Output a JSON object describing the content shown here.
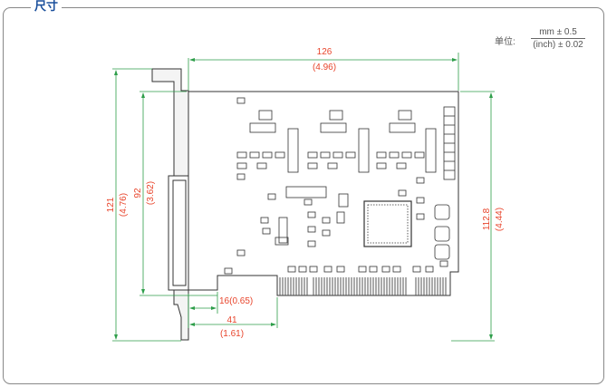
{
  "section_title": "尺寸",
  "units": {
    "label": "单位:",
    "numerator": "mm ± 0.5",
    "denominator": "(inch) ± 0.02"
  },
  "dimensions": {
    "width_top": {
      "mm": "126",
      "inch": "(4.96)"
    },
    "height_right": {
      "mm": "112.8",
      "inch": "(4.44)"
    },
    "height_left_outer": {
      "mm": "121",
      "inch": "(4.76)"
    },
    "height_left_inner": {
      "mm": "92",
      "inch": "(3.62)"
    },
    "offset_small": {
      "label": "16(0.65)"
    },
    "offset_bottom": {
      "mm": "41",
      "inch": "(1.61)"
    }
  },
  "colors": {
    "title": "#1a4f9c",
    "dimension_text": "#e8452c",
    "dimension_line": "#2e9e4a",
    "outline": "#333333"
  }
}
